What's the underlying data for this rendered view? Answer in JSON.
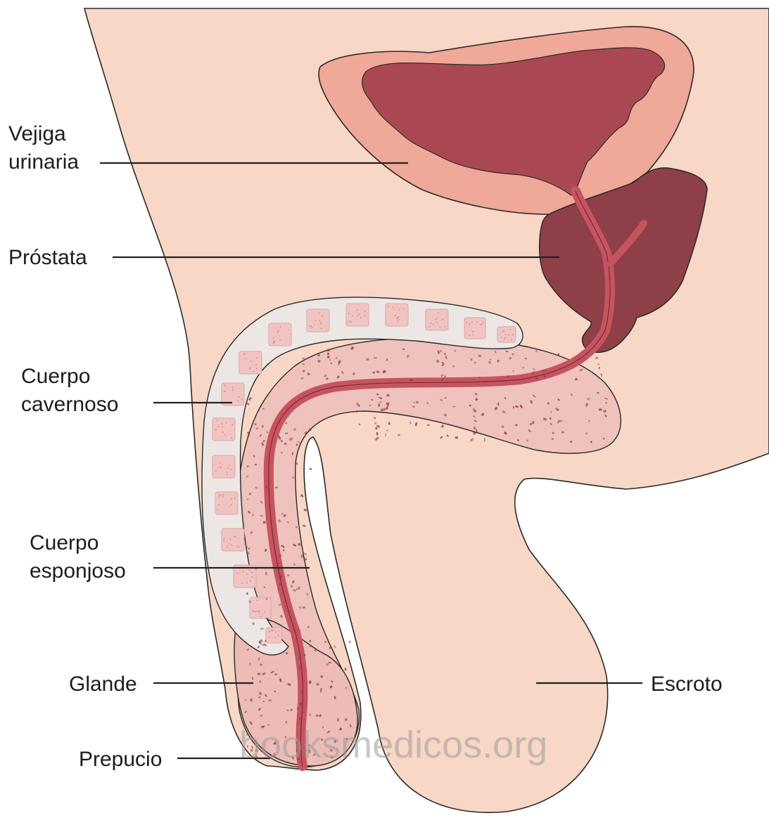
{
  "labels": {
    "vejiga_line1": "Vejiga",
    "vejiga_line2": "urinaria",
    "prostata": "Próstata",
    "cavernoso_line1": "Cuerpo",
    "cavernoso_line2": "cavernoso",
    "esponjoso_line1": "Cuerpo",
    "esponjoso_line2": "esponjoso",
    "glande": "Glande",
    "prepucio": "Prepucio",
    "escroto": "Escroto"
  },
  "watermark": "booksmedicos.org",
  "colors": {
    "skin": "#f8d7c6",
    "skin_outline": "#2a2a2a",
    "bladder_wall": "#f0a898",
    "bladder_lumen": "#a94853",
    "prostate": "#8e3f47",
    "cavernosum_fill": "#ece7e5",
    "cavernosum_blocks": "#f1c4c2",
    "spongiosum_fill": "#efc2bd",
    "urethra": "#c65460",
    "speckle": "#8c3c42"
  }
}
